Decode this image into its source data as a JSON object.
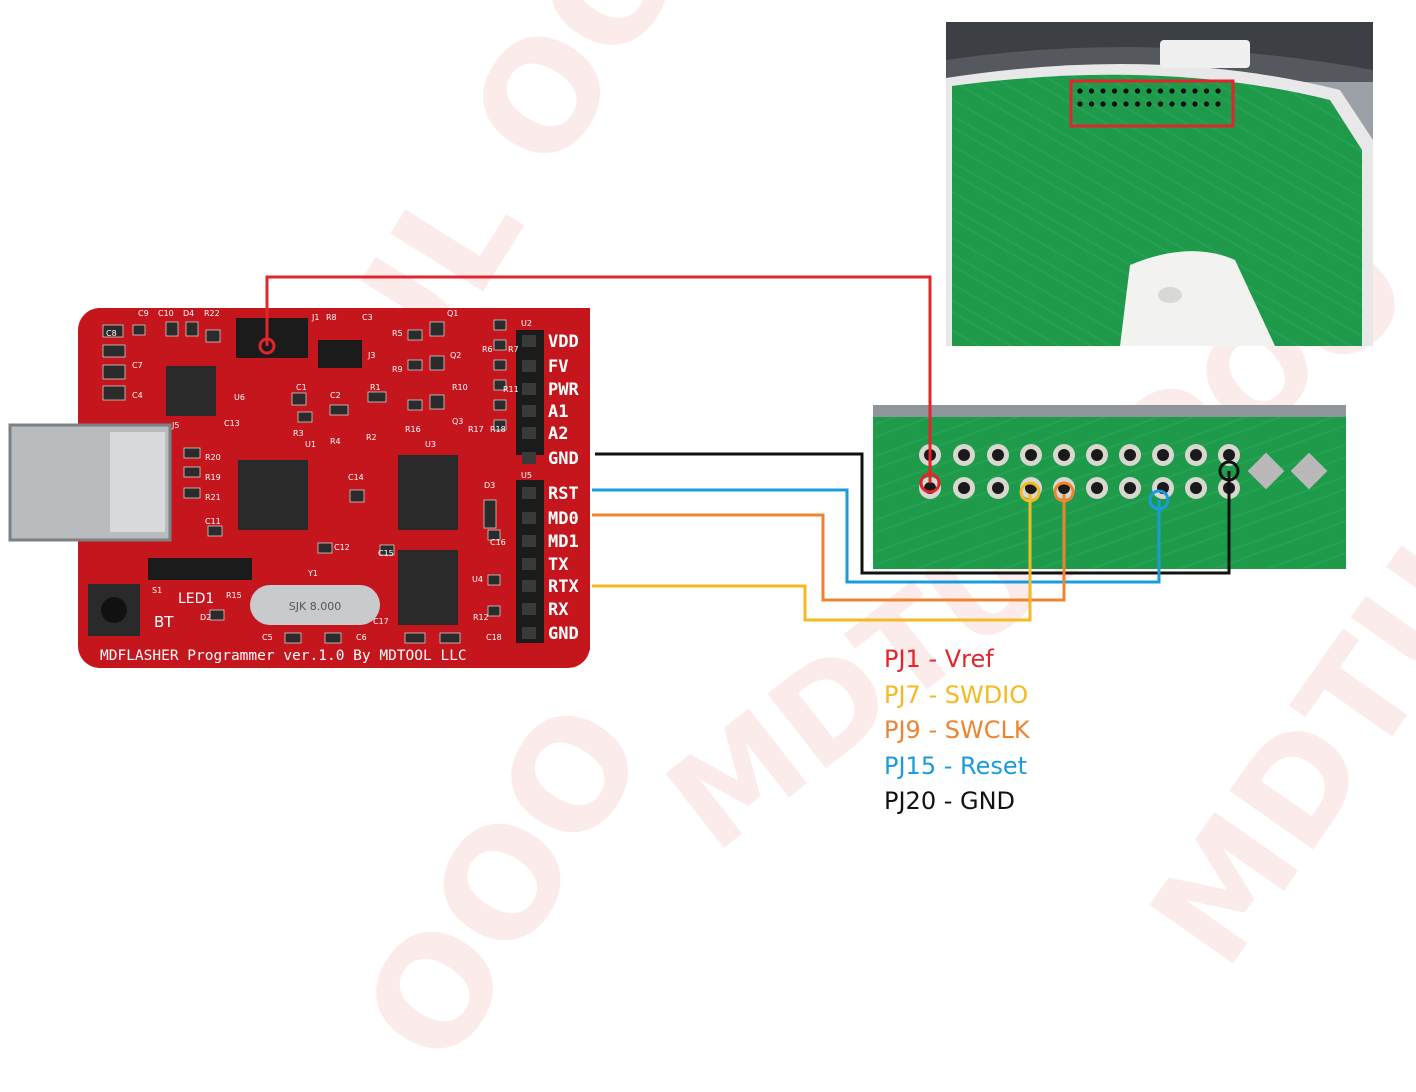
{
  "watermark": {
    "text_top": "TUL OOO",
    "text_mid": "MDTUL OOO",
    "text_right": "MDTU",
    "text_bottom": "OOO"
  },
  "programmer": {
    "pins": [
      "VDD",
      "FV",
      "PWR",
      "A1",
      "A2",
      "GND",
      "RST",
      "MD0",
      "MD1",
      "TX",
      "RTX",
      "RX",
      "GND"
    ],
    "silk_labels": [
      "C9",
      "C10",
      "D4",
      "R22",
      "C8",
      "C7",
      "C4",
      "U6",
      "J1",
      "R8",
      "C3",
      "Q1",
      "J3",
      "C1",
      "C2",
      "R1",
      "R3",
      "R4",
      "R2",
      "R5",
      "R9",
      "Q2",
      "R10",
      "R16",
      "Q3",
      "R17",
      "R18",
      "R11",
      "R7",
      "R6",
      "U2",
      "U1",
      "U3",
      "C14",
      "C13",
      "R20",
      "R19",
      "R21",
      "J5",
      "C11",
      "C12",
      "U5",
      "D3",
      "C16",
      "C15",
      "U4",
      "R12",
      "C18",
      "C17",
      "Y1",
      "C5",
      "C6",
      "S1",
      "R15",
      "D2"
    ],
    "crystal_label": "SJK 8.000",
    "led_label": "LED1",
    "button_label": "BT",
    "board_text": "MDFLASHER Programmer ver.1.0 By MDTOOL LLC"
  },
  "legend": [
    {
      "text": "PJ1 - Vref",
      "color": "#e3242b"
    },
    {
      "text": "PJ7 - SWDIO",
      "color": "#f5b921"
    },
    {
      "text": "PJ9 - SWCLK",
      "color": "#ee8430"
    },
    {
      "text": "PJ15 - Reset",
      "color": "#1a9be0"
    },
    {
      "text": "PJ20 - GND",
      "color": "#111111"
    }
  ],
  "colors": {
    "board_red": "#c4161c",
    "pcb_green": "#1f9a4a",
    "vref": "#e3242b",
    "swdio": "#f5b921",
    "swclk": "#ee8430",
    "reset": "#1a9be0",
    "gnd": "#111111"
  }
}
